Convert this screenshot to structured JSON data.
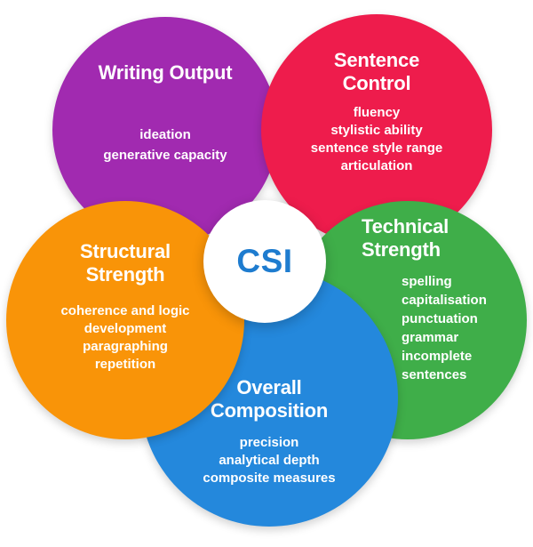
{
  "background_color": "#ffffff",
  "text_color": "#ffffff",
  "center": {
    "label": "CSI",
    "text_color": "#1e7ccf",
    "bg_color": "#ffffff"
  },
  "circles": {
    "writing_output": {
      "title": "Writing Output",
      "color": "#a12ab0",
      "items": [
        "ideation",
        "generative capacity"
      ]
    },
    "sentence_control": {
      "title": "Sentence Control",
      "color": "#ee1c4c",
      "items": [
        "fluency",
        "stylistic ability",
        "sentence style range",
        "articulation"
      ]
    },
    "structural_strength": {
      "title": "Structural Strength",
      "color": "#f99408",
      "items": [
        "coherence and logic",
        "development",
        "paragraphing",
        "repetition"
      ]
    },
    "technical_strength": {
      "title": "Technical Strength",
      "color": "#3fae49",
      "items": [
        "spelling",
        "capitalisation",
        "punctuation",
        "grammar",
        "incomplete sentences"
      ]
    },
    "overall_composition": {
      "title": "Overall Composition",
      "color": "#2488dc",
      "items": [
        "precision",
        "analytical depth",
        "composite measures"
      ]
    }
  }
}
